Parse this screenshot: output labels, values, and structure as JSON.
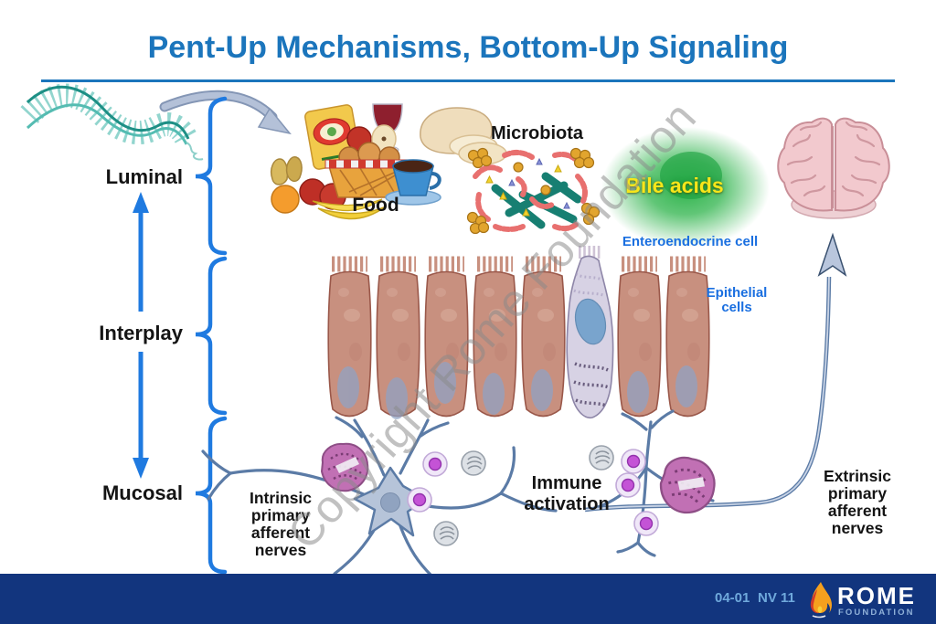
{
  "slide": {
    "title": "Pent-Up Mechanisms, Bottom-Up Signaling",
    "watermark": "Copyright Rome Foundation"
  },
  "levels": {
    "luminal": "Luminal",
    "interplay": "Interplay",
    "mucosal": "Mucosal"
  },
  "annotations": {
    "food": "Food",
    "microbiota": "Microbiota",
    "bile_acids": "Bile acids",
    "enteroendocrine": "Enteroendocrine cell",
    "epithelial": "Epithelial\ncells",
    "immune": "Immune\nactivation",
    "intrinsic": "Intrinsic\nprimary\nafferent\nnerves",
    "extrinsic": "Extrinsic\nprimary\nafferent\nnerves"
  },
  "footer": {
    "code": "04-01",
    "number": "NV 11",
    "brand": "ROME",
    "brand_sub": "FOUNDATION"
  },
  "colors": {
    "title_blue": "#1B75BC",
    "accent_blue": "#1F7AE0",
    "label_blue": "#1A6FE0",
    "bile_yellow": "#F7E61A",
    "glow_green": "#2DB34A",
    "footer_navy": "#12357E",
    "footer_text": "#6FA9DC",
    "brand_sub_color": "#8FB0D8",
    "watermark_gray": "#8A8A8A",
    "text_black": "#141414"
  }
}
